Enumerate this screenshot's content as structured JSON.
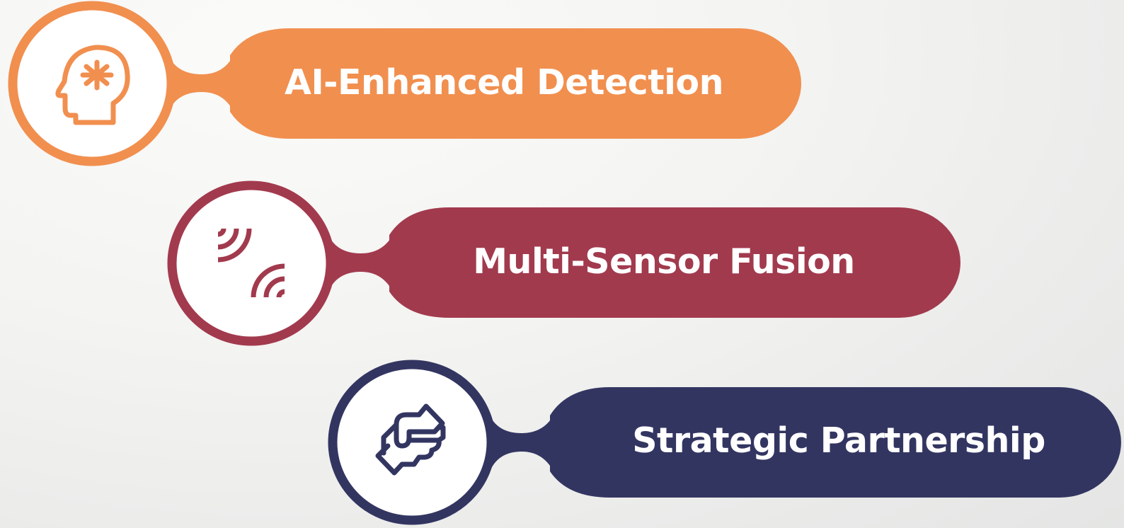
{
  "items": [
    {
      "label": "AI-Enhanced Detection",
      "icon": "brain-head-icon",
      "color": "#F18F4F"
    },
    {
      "label": "Multi-Sensor Fusion",
      "icon": "sensor-signal-icon",
      "color": "#A23A4E"
    },
    {
      "label": "Strategic Partnership",
      "icon": "handshake-icon",
      "color": "#333561"
    }
  ]
}
